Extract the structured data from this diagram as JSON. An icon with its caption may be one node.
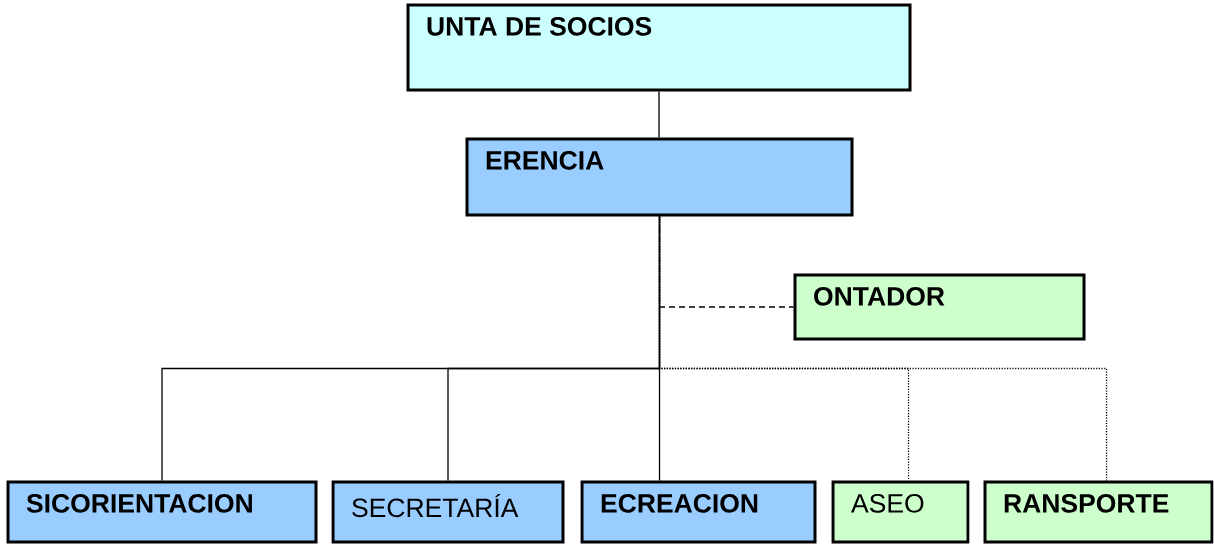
{
  "diagram": {
    "nodes": [
      {
        "text": [
          "UNTA DE SOCIOS"
        ]
      },
      {
        "text": [
          "ERENCIA"
        ]
      },
      {
        "text": [
          "ONTADOR"
        ]
      },
      {
        "text": [
          "SICORIENTACION"
        ]
      },
      {
        "text": [
          "SECRETARÍA"
        ]
      },
      {
        "text": [
          "ECREACION"
        ]
      },
      {
        "text": [
          "ASEO"
        ]
      },
      {
        "text": [
          "RANSPORTE"
        ]
      }
    ],
    "edges": [
      {
        "from": 0,
        "to": 1,
        "arrow": "none"
      },
      {
        "from": 1,
        "to": 2,
        "arrow": "none",
        "style": "dashed"
      },
      {
        "from": 1,
        "to": 3,
        "arrow": "none"
      },
      {
        "from": 1,
        "to": 4,
        "arrow": "none"
      },
      {
        "from": 1,
        "to": 5,
        "arrow": "none"
      },
      {
        "from": 1,
        "to": 6,
        "arrow": "none",
        "style": "dashed"
      },
      {
        "from": 1,
        "to": 7,
        "arrow": "none",
        "style": "dashed"
      }
    ]
  }
}
